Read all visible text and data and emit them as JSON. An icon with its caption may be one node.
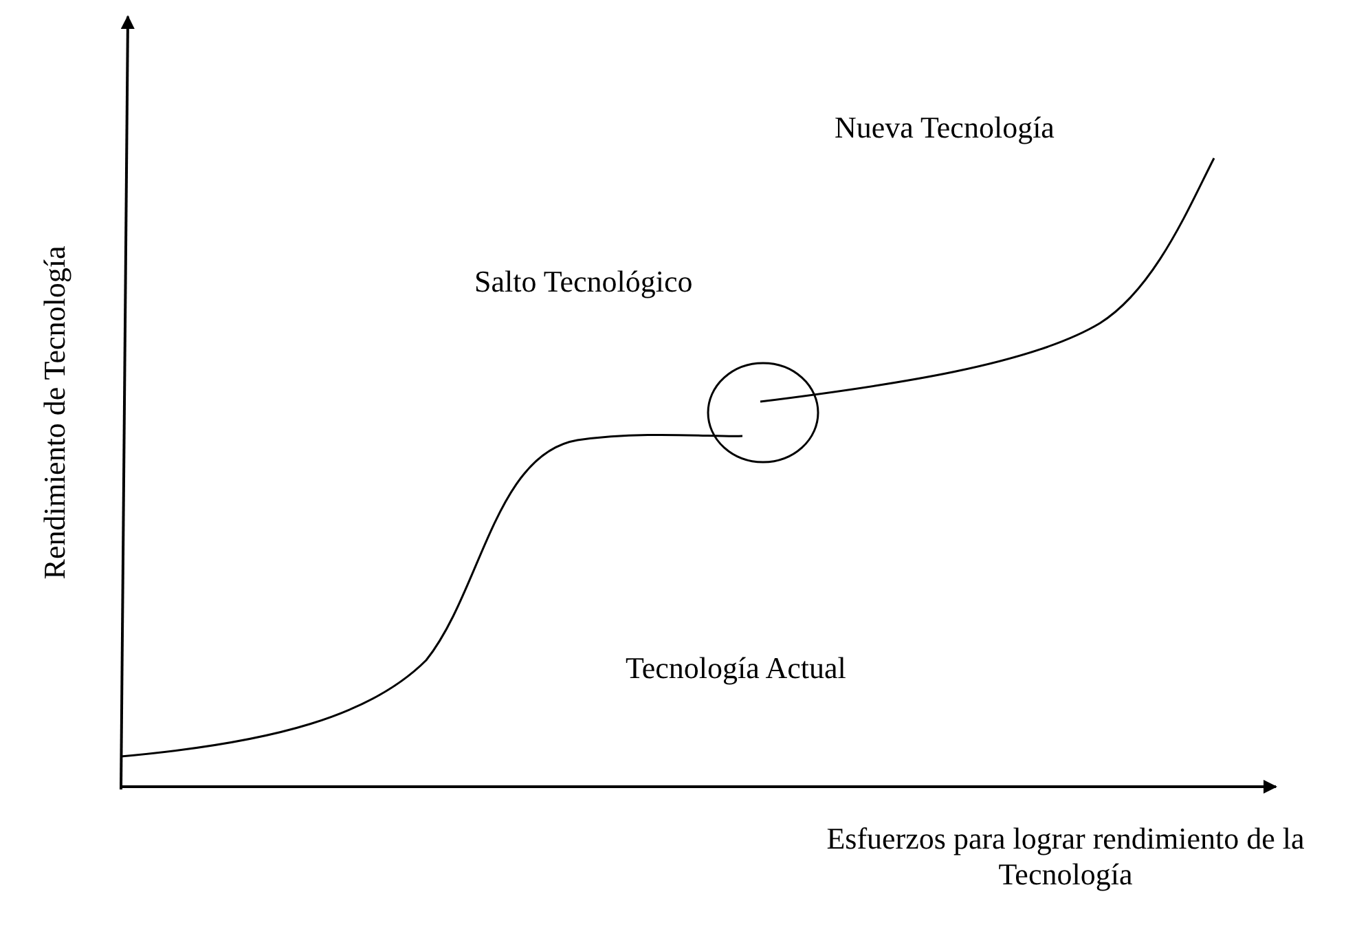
{
  "diagram": {
    "labels": [
      "Rendimiento de Tecnología",
      "Nueva Tecnología",
      "Salto Tecnológico",
      "Tecnología Actual",
      "Esfuerzos para lograr rendimiento de la Tecnología"
    ]
  }
}
